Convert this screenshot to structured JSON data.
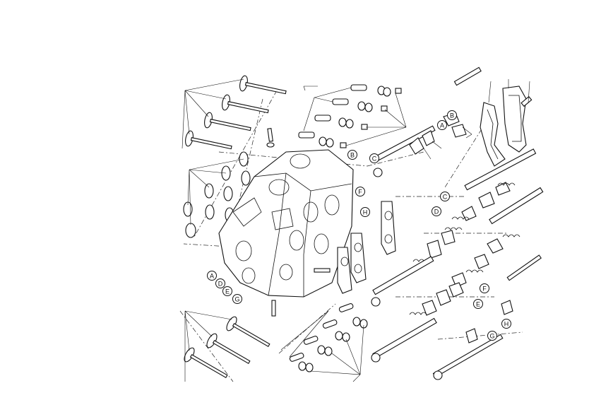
{
  "diagram": {
    "callouts": [
      {
        "id": "A",
        "label": "A"
      },
      {
        "id": "B",
        "label": "B"
      },
      {
        "id": "C",
        "label": "C"
      },
      {
        "id": "D",
        "label": "D"
      },
      {
        "id": "E",
        "label": "E"
      },
      {
        "id": "F",
        "label": "F"
      },
      {
        "id": "G",
        "label": "G"
      },
      {
        "id": "H",
        "label": "H"
      }
    ]
  }
}
